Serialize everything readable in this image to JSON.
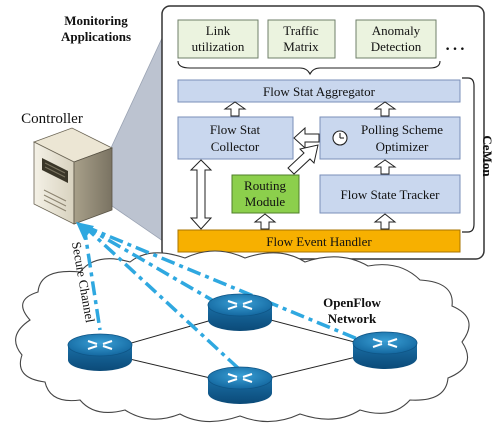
{
  "monitoring": {
    "title_line1": "Monitoring",
    "title_line2": "Applications",
    "apps": [
      {
        "line1": "Link",
        "line2": "utilization"
      },
      {
        "line1": "Traffic",
        "line2": "Matrix"
      },
      {
        "line1": "Anomaly",
        "line2": "Detection"
      }
    ],
    "more": "…"
  },
  "controller": {
    "label": "Controller"
  },
  "cemon": {
    "label": "CeMon",
    "aggregator": "Flow Stat Aggregator",
    "collector_line1": "Flow Stat",
    "collector_line2": "Collector",
    "optimizer_line1": "Polling Scheme",
    "optimizer_line2": "Optimizer",
    "routing_line1": "Routing",
    "routing_line2": "Module",
    "tracker": "Flow State Tracker",
    "event_handler": "Flow Event Handler"
  },
  "channel": {
    "label": "Secure Channel"
  },
  "network": {
    "line1": "OpenFlow",
    "line2": "Network"
  },
  "colors": {
    "module_fill": "#c9d7ee",
    "module_stroke": "#7a8fb8",
    "app_fill": "#ebf3df",
    "app_stroke": "#6f7f6a",
    "callout_fill": "#bcc3d0",
    "routing_fill": "#8ccf4c",
    "event_fill": "#f7b000",
    "channel_line": "#2fa8e0",
    "router_blue": "#1f7fb8"
  }
}
